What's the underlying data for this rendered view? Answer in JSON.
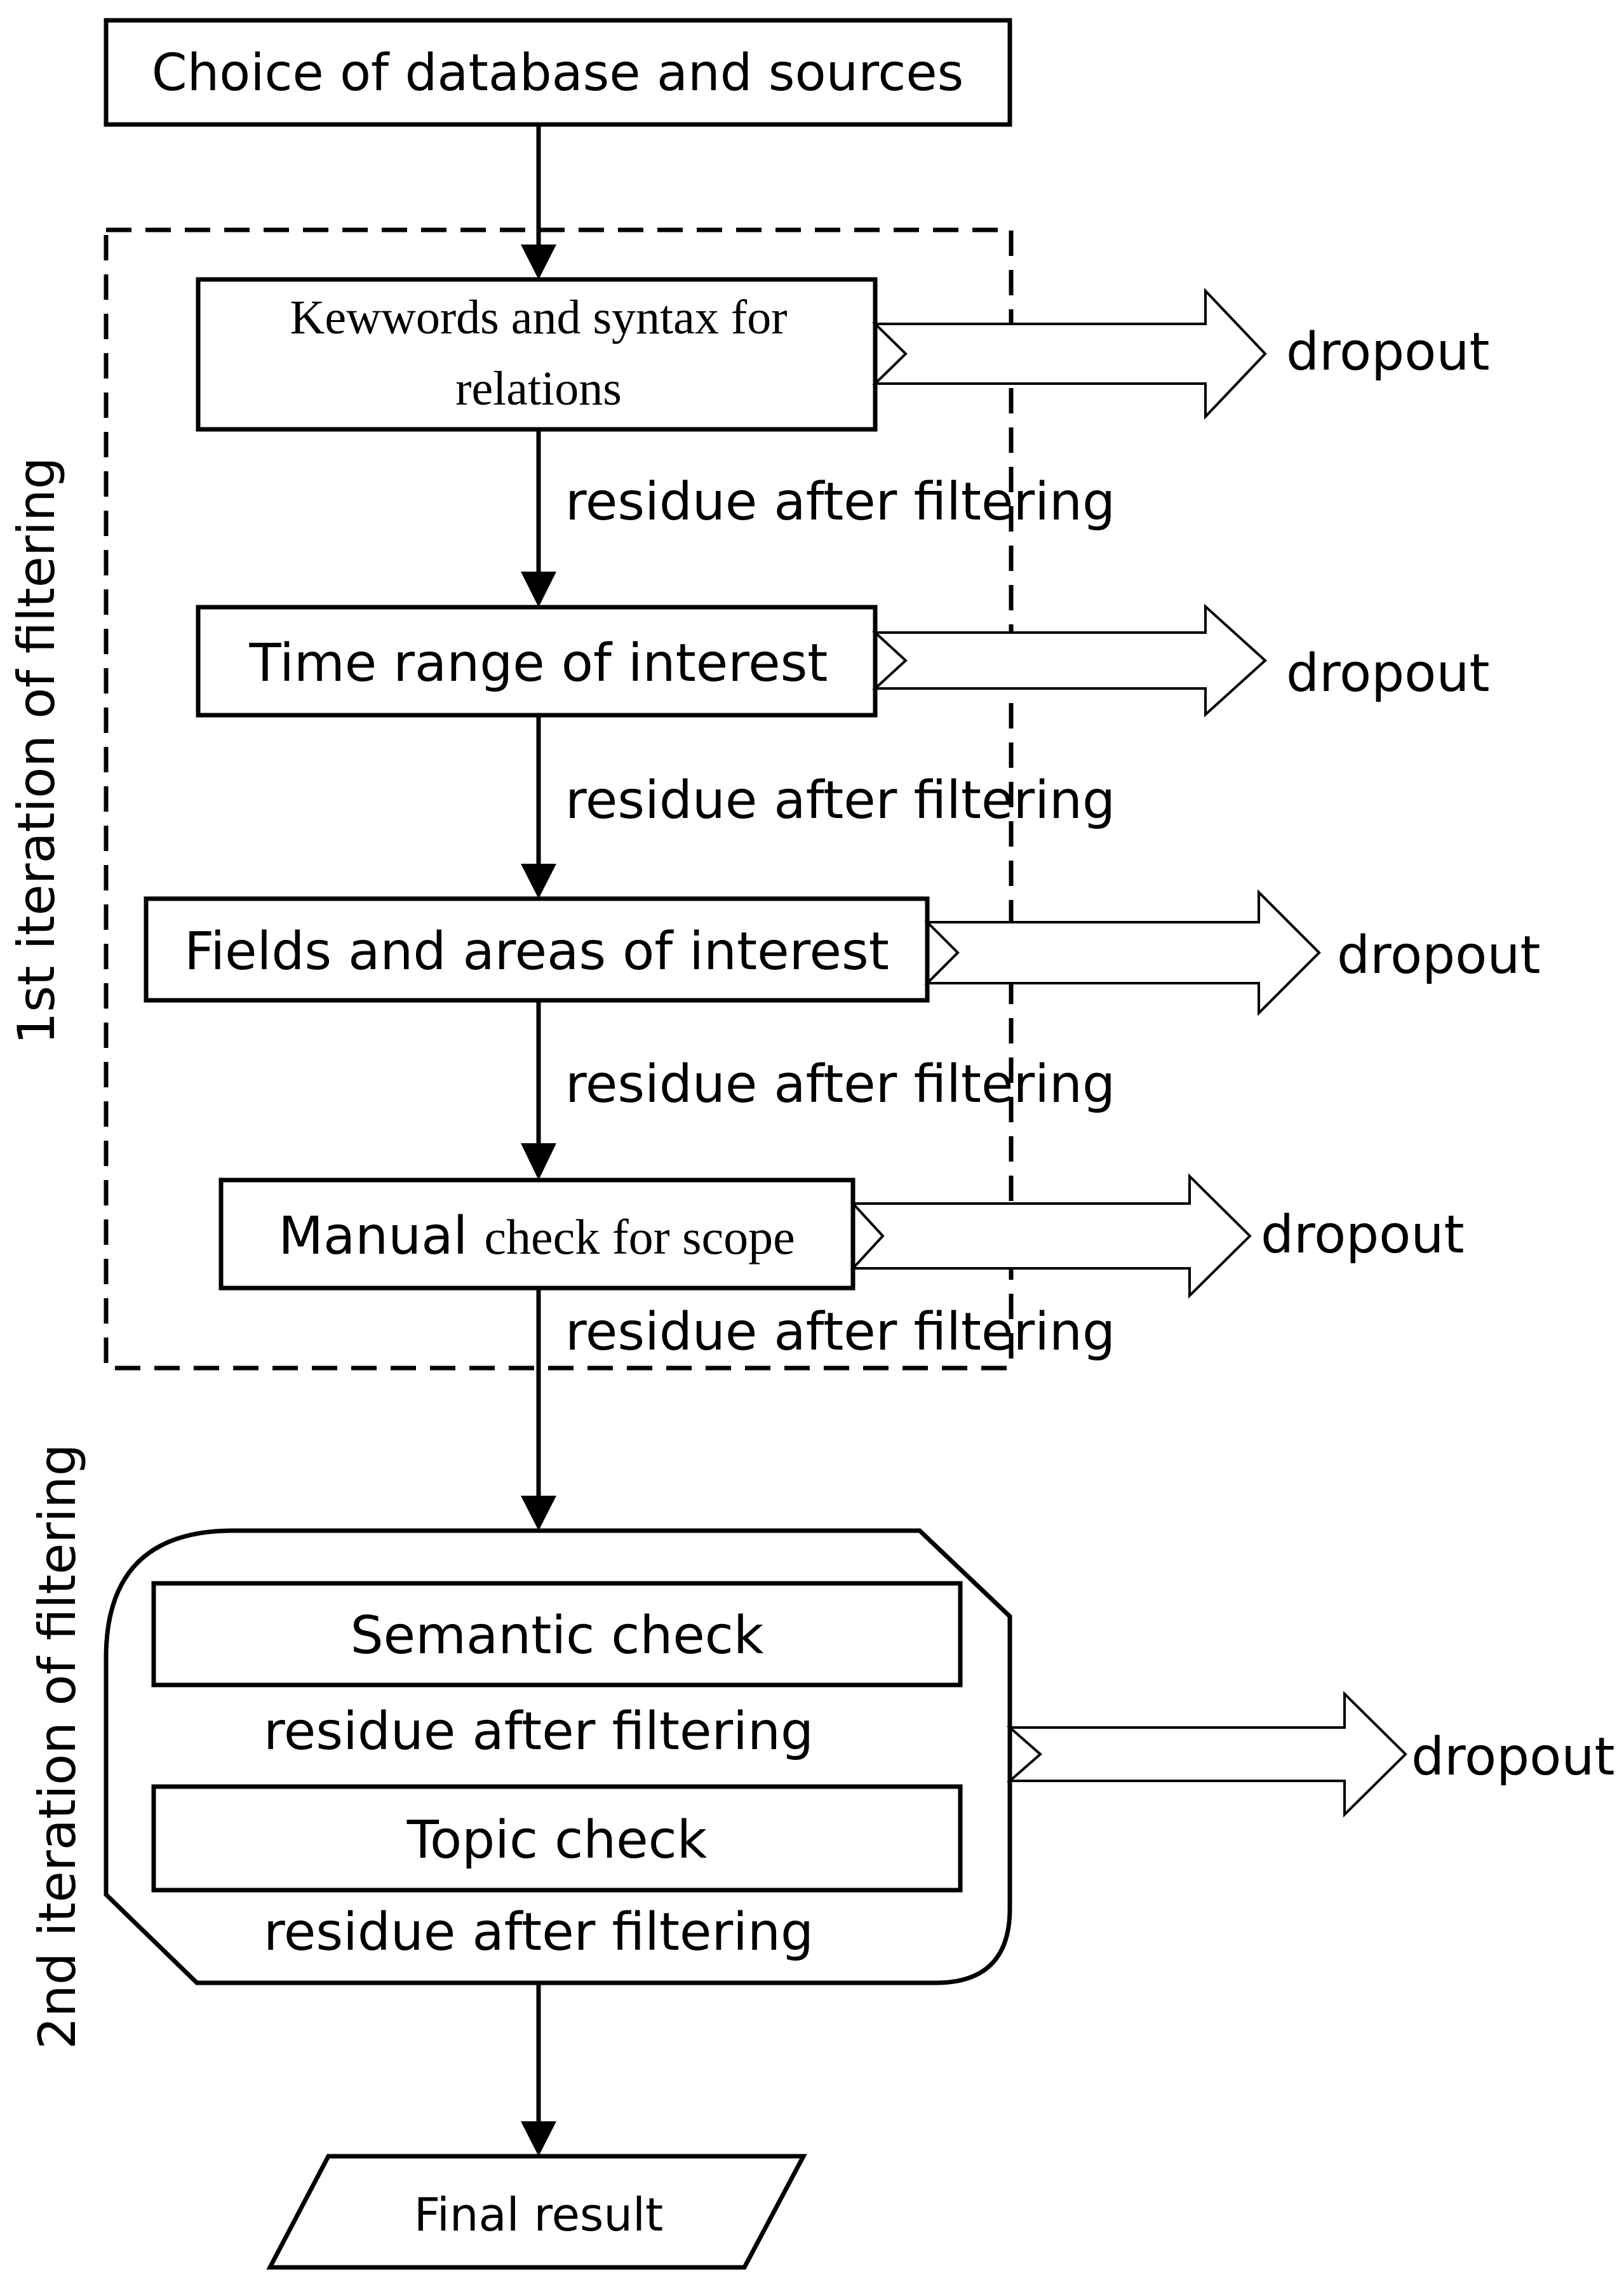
{
  "diagram": {
    "start": "Choice of database and sources",
    "first_iteration": {
      "label": "1st iteration of filtering",
      "steps": [
        {
          "line1": "Kewwords and syntax for",
          "line2": "relations"
        },
        {
          "label": "Time range of interest"
        },
        {
          "label": "Fields and areas of interest"
        },
        {
          "prefix": "Manual",
          "suffix": "check for scope"
        }
      ]
    },
    "second_iteration": {
      "label": "2nd iteration of filtering",
      "steps": [
        {
          "label": "Semantic check"
        },
        {
          "label": "Topic check"
        }
      ]
    },
    "residue_label": "residue after filtering",
    "dropout_label": "dropout",
    "final": "Final result"
  },
  "colors": {
    "stroke": "#000000",
    "background": "#ffffff"
  }
}
